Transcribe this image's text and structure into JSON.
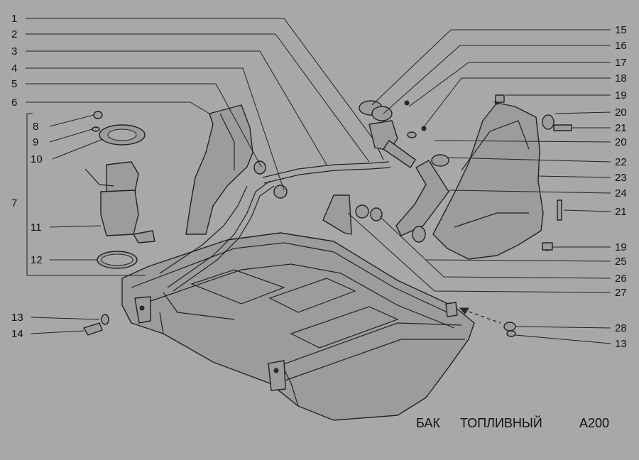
{
  "title": {
    "name": "БАК",
    "detail": "ТОПЛИВНЫЙ",
    "code": "А200"
  },
  "callouts": [
    {
      "id": "c1",
      "label": "1"
    },
    {
      "id": "c2",
      "label": "2"
    },
    {
      "id": "c3",
      "label": "3"
    },
    {
      "id": "c4",
      "label": "4"
    },
    {
      "id": "c5",
      "label": "5"
    },
    {
      "id": "c6",
      "label": "6"
    },
    {
      "id": "c7",
      "label": "7"
    },
    {
      "id": "c8",
      "label": "8"
    },
    {
      "id": "c9",
      "label": "9"
    },
    {
      "id": "c10",
      "label": "10"
    },
    {
      "id": "c11",
      "label": "11"
    },
    {
      "id": "c12",
      "label": "12"
    },
    {
      "id": "c13a",
      "label": "13"
    },
    {
      "id": "c14",
      "label": "14"
    },
    {
      "id": "c15",
      "label": "15"
    },
    {
      "id": "c16",
      "label": "16"
    },
    {
      "id": "c17",
      "label": "17"
    },
    {
      "id": "c18",
      "label": "18"
    },
    {
      "id": "c19a",
      "label": "19"
    },
    {
      "id": "c20a",
      "label": "20"
    },
    {
      "id": "c21a",
      "label": "21"
    },
    {
      "id": "c20b",
      "label": "20"
    },
    {
      "id": "c22",
      "label": "22"
    },
    {
      "id": "c23",
      "label": "23"
    },
    {
      "id": "c24",
      "label": "24"
    },
    {
      "id": "c21b",
      "label": "21"
    },
    {
      "id": "c19b",
      "label": "19"
    },
    {
      "id": "c25",
      "label": "25"
    },
    {
      "id": "c26",
      "label": "26"
    },
    {
      "id": "c27",
      "label": "27"
    },
    {
      "id": "c28",
      "label": "28"
    },
    {
      "id": "c13b",
      "label": "13"
    }
  ]
}
